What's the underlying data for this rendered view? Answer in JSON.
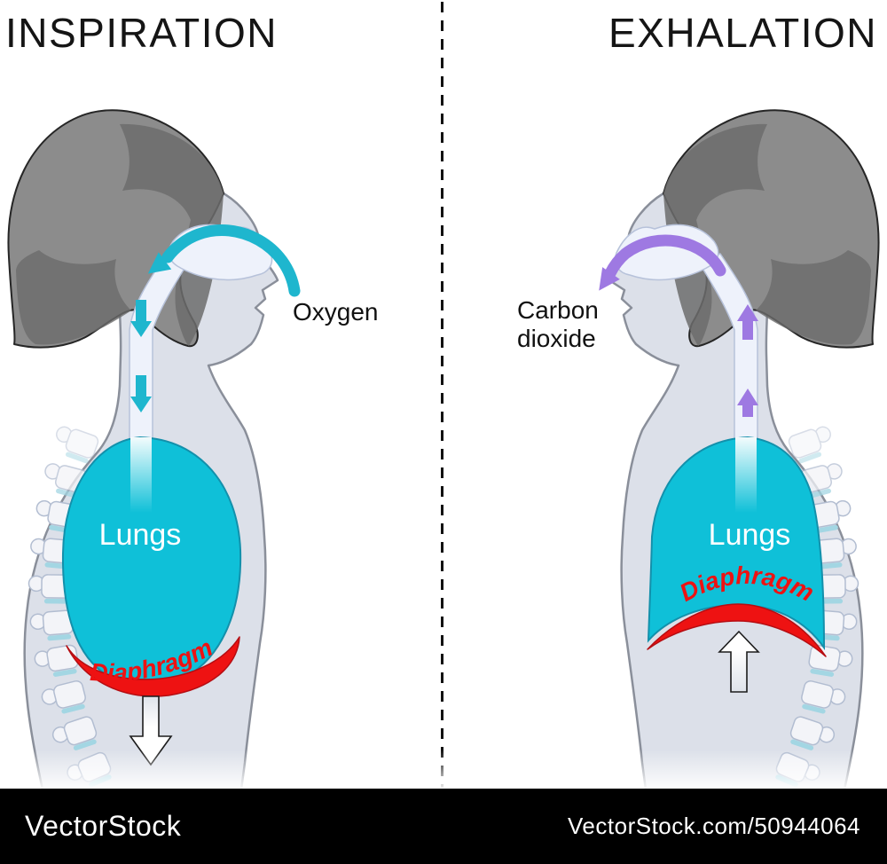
{
  "titles": {
    "left": "INSPIRATION",
    "right": "EXHALATION"
  },
  "labels": {
    "oxygen": "Oxygen",
    "carbon_dioxide": "Carbon dioxide",
    "lungs_inspiration": "Lungs",
    "lungs_exhalation": "Lungs",
    "diaphragm_inspiration": "Diaphragm",
    "diaphragm_exhalation": "Diaphragm"
  },
  "watermark": {
    "brand": "VectorStock",
    "id_url": "VectorStock.com/50944064"
  },
  "colors": {
    "lungs": "#0fc0d8",
    "diaphragm": "#ee1212",
    "oxygen_flow": "#1eb6ce",
    "co2_flow": "#9e79e2",
    "lungs_label": "#ffffff"
  }
}
